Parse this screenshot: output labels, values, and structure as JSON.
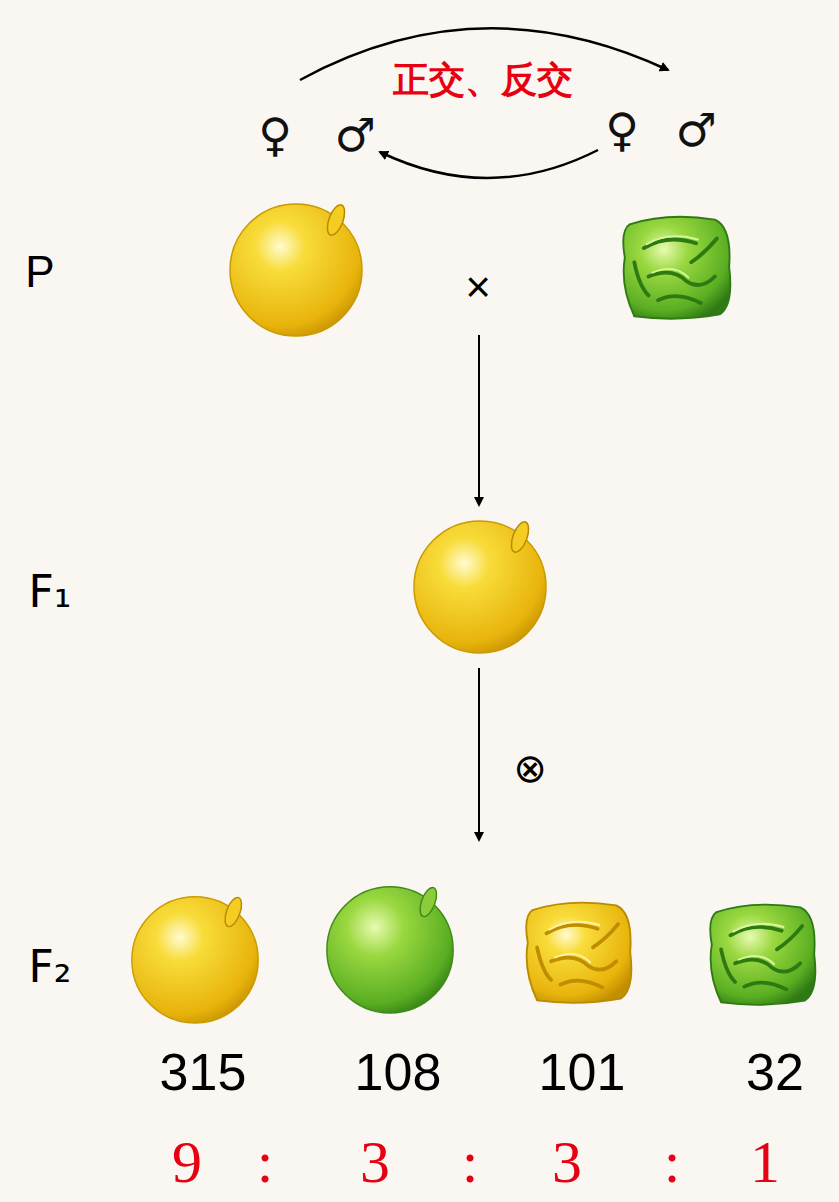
{
  "diagram": {
    "labels": [
      "正交、反交",
      "♀",
      "♂",
      "♀",
      "♂",
      "P",
      "×",
      "F₁",
      "⊗",
      "F₂",
      "315",
      "108",
      "101",
      "32",
      "9",
      ":",
      "3",
      ":",
      "3",
      ":",
      "1"
    ]
  }
}
